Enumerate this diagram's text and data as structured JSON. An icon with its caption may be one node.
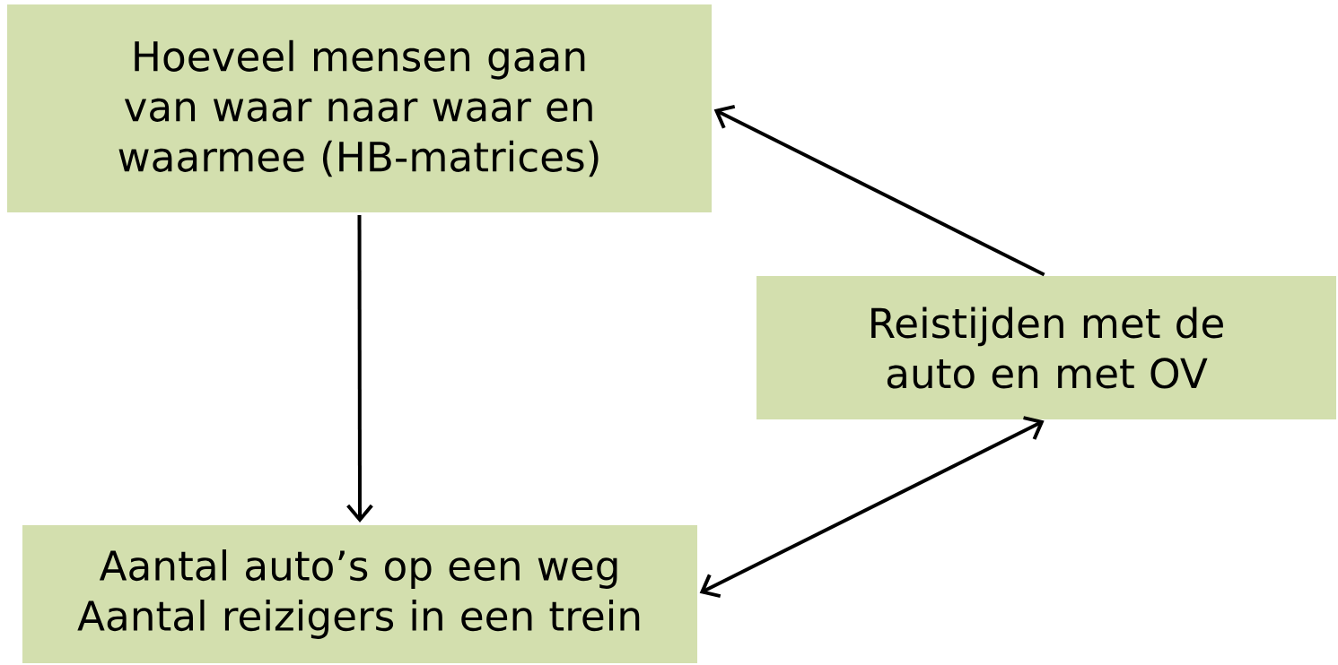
{
  "diagram": {
    "nodes": [
      {
        "text": [
          "Hoeveel mensen gaan van waar naar waar en waarmee (HB-matrices)"
        ]
      },
      {
        "text": [
          "Reistijden met de auto en met OV"
        ]
      },
      {
        "text": [
          "Aantal auto’s op een weg Aantal reizigers in een trein"
        ]
      }
    ],
    "edges": [
      {
        "from": 0,
        "to": 2,
        "arrow": "to"
      },
      {
        "from": 1,
        "to": 0,
        "arrow": "to"
      },
      {
        "from": 2,
        "to": 1,
        "arrow": "both"
      }
    ]
  }
}
